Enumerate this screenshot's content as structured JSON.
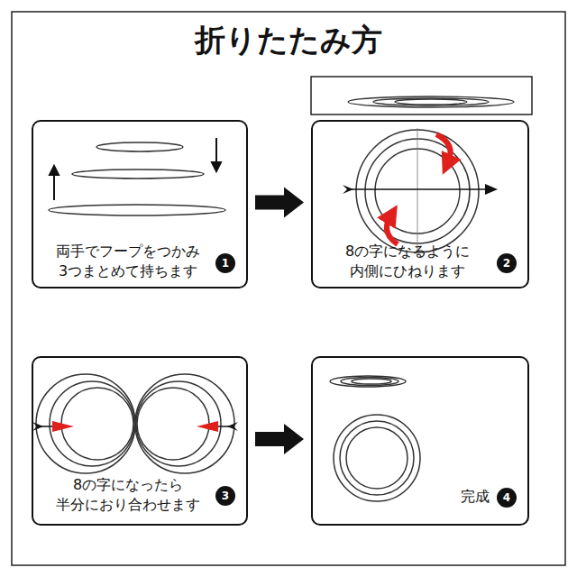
{
  "diagram": {
    "title": "折りたたみ方",
    "nodes": [
      {
        "text": [
          "両手でフープをつかみ 3つまとめて持ちます"
        ]
      },
      {
        "text": [
          "1"
        ],
        "in": 0
      },
      {
        "text": [
          "8の字になるように 内側にひねります"
        ]
      },
      {
        "text": [
          "2"
        ],
        "in": 2
      },
      {
        "text": [
          "8の字になったら 半分におり合わせます"
        ]
      },
      {
        "text": [
          "3"
        ],
        "in": 4
      },
      {
        "text": [
          "完成"
        ]
      },
      {
        "text": [
          "4"
        ],
        "in": 6
      }
    ],
    "edges": [
      {
        "from": 0,
        "to": 2,
        "arrow": "to"
      },
      {
        "from": 4,
        "to": 6,
        "arrow": "to"
      }
    ]
  }
}
